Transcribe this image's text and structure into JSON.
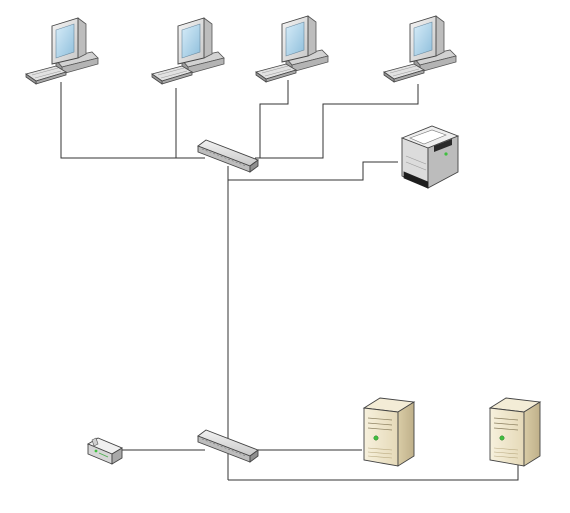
{
  "nodes": {
    "workstations": [
      {
        "id": "workstation-1",
        "icon": "desktop-computer-icon"
      },
      {
        "id": "workstation-2",
        "icon": "desktop-computer-icon"
      },
      {
        "id": "workstation-3",
        "icon": "desktop-computer-icon"
      },
      {
        "id": "workstation-4",
        "icon": "desktop-computer-icon"
      }
    ],
    "printer": {
      "id": "network-printer",
      "icon": "printer-icon"
    },
    "switches": [
      {
        "id": "upper-switch",
        "icon": "network-switch-icon"
      },
      {
        "id": "lower-switch",
        "icon": "network-switch-icon"
      }
    ],
    "modem": {
      "id": "modem",
      "icon": "modem-icon"
    },
    "servers": [
      {
        "id": "server-1",
        "icon": "tower-server-icon"
      },
      {
        "id": "server-2",
        "icon": "tower-server-icon"
      }
    ]
  },
  "connections": [
    {
      "from": "workstation-1",
      "to": "upper-switch"
    },
    {
      "from": "workstation-2",
      "to": "upper-switch"
    },
    {
      "from": "workstation-3",
      "to": "upper-switch"
    },
    {
      "from": "workstation-4",
      "to": "upper-switch"
    },
    {
      "from": "upper-switch",
      "to": "network-printer"
    },
    {
      "from": "upper-switch",
      "to": "lower-switch"
    },
    {
      "from": "modem",
      "to": "lower-switch"
    },
    {
      "from": "lower-switch",
      "to": "server-1"
    },
    {
      "from": "lower-switch",
      "to": "server-2"
    }
  ],
  "colors": {
    "line": "#333333",
    "monitor_frame": "#e4e4e4",
    "monitor_screen": "#a9cfe8",
    "server_body": "#efe6cc",
    "device_body": "#eaeaea",
    "status_led": "#3fbf3f"
  }
}
